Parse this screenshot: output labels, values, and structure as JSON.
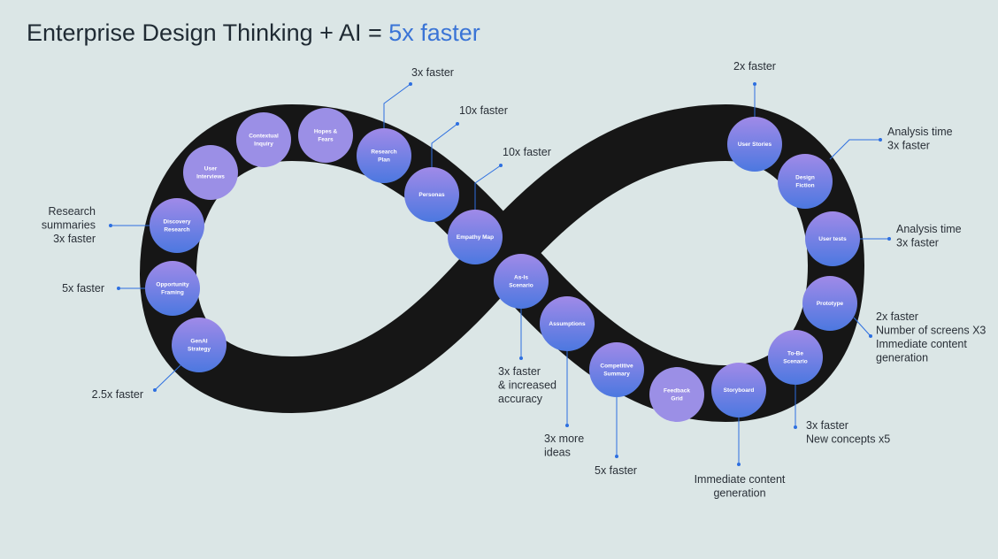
{
  "title": {
    "main": "Enterprise Design Thinking + AI = ",
    "accent": "5x faster"
  },
  "bubbles": [
    {
      "id": "user-interviews",
      "lines": [
        "User",
        "Interviews"
      ],
      "style": "light"
    },
    {
      "id": "contextual-inquiry",
      "lines": [
        "Contextual",
        "Inquiry"
      ],
      "style": "light"
    },
    {
      "id": "hopes-fears",
      "lines": [
        "Hopes &",
        "Fears"
      ],
      "style": "light"
    },
    {
      "id": "research-plan",
      "lines": [
        "Research",
        "Plan"
      ],
      "style": "gradient"
    },
    {
      "id": "personas",
      "lines": [
        "Personas"
      ],
      "style": "gradient"
    },
    {
      "id": "empathy-map",
      "lines": [
        "Empathy Map"
      ],
      "style": "gradient"
    },
    {
      "id": "as-is-scenario",
      "lines": [
        "As-Is",
        "Scenario"
      ],
      "style": "gradient"
    },
    {
      "id": "assumptions",
      "lines": [
        "Assumptions"
      ],
      "style": "gradient"
    },
    {
      "id": "competitive-summary",
      "lines": [
        "Competitive",
        "Summary"
      ],
      "style": "gradient"
    },
    {
      "id": "feedback-grid",
      "lines": [
        "Feedback",
        "Grid"
      ],
      "style": "light"
    },
    {
      "id": "storyboard",
      "lines": [
        "Storyboard"
      ],
      "style": "gradient"
    },
    {
      "id": "to-be-scenario",
      "lines": [
        "To-Be",
        "Scenario"
      ],
      "style": "gradient"
    },
    {
      "id": "prototype",
      "lines": [
        "Prototype"
      ],
      "style": "gradient"
    },
    {
      "id": "user-tests",
      "lines": [
        "User tests"
      ],
      "style": "gradient"
    },
    {
      "id": "design-fiction",
      "lines": [
        "Design",
        "Fiction"
      ],
      "style": "gradient"
    },
    {
      "id": "user-stories",
      "lines": [
        "User Stories"
      ],
      "style": "gradient"
    },
    {
      "id": "discovery-research",
      "lines": [
        "Discovery",
        "Research"
      ],
      "style": "gradient"
    },
    {
      "id": "opportunity-framing",
      "lines": [
        "Opportunity",
        "Framing"
      ],
      "style": "gradient"
    },
    {
      "id": "genai-strategy",
      "lines": [
        "GenAI",
        "Strategy"
      ],
      "style": "gradient"
    }
  ],
  "annotations": [
    {
      "id": "research-plan-note",
      "lines": [
        "3x faster"
      ]
    },
    {
      "id": "personas-note",
      "lines": [
        "10x faster"
      ]
    },
    {
      "id": "empathy-map-note",
      "lines": [
        "10x faster"
      ]
    },
    {
      "id": "discovery-note",
      "lines": [
        "Research",
        "summaries",
        "3x faster"
      ]
    },
    {
      "id": "opportunity-note",
      "lines": [
        "5x faster"
      ]
    },
    {
      "id": "genai-note",
      "lines": [
        "2.5x faster"
      ]
    },
    {
      "id": "as-is-note",
      "lines": [
        "3x faster",
        "& increased",
        "accuracy"
      ]
    },
    {
      "id": "assumptions-note",
      "lines": [
        "3x more",
        "ideas"
      ]
    },
    {
      "id": "competitive-note",
      "lines": [
        "5x faster"
      ]
    },
    {
      "id": "storyboard-note",
      "lines": [
        "Immediate content",
        "generation"
      ]
    },
    {
      "id": "to-be-note",
      "lines": [
        "3x faster",
        "New concepts x5"
      ]
    },
    {
      "id": "prototype-note",
      "lines": [
        "2x faster",
        "Number of screens X3",
        "Immediate content",
        "generation"
      ]
    },
    {
      "id": "user-tests-note",
      "lines": [
        "Analysis time",
        "3x faster"
      ]
    },
    {
      "id": "design-fiction-note",
      "lines": [
        "Analysis time",
        "3x faster"
      ]
    },
    {
      "id": "user-stories-note",
      "lines": [
        "2x faster"
      ]
    }
  ],
  "colors": {
    "background": "#dbe6e6",
    "track": "#161616",
    "accent": "#3a74d6",
    "leader": "#2d6fe0",
    "bubble_light": "#9b8fe6",
    "bubble_top": "#a08ae8",
    "bubble_bottom": "#4c78e0"
  }
}
